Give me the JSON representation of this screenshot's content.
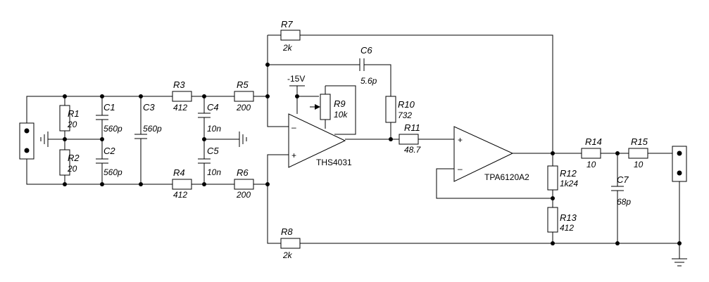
{
  "resistors": {
    "R1": {
      "ref": "R1",
      "value": "20"
    },
    "R2": {
      "ref": "R2",
      "value": "20"
    },
    "R3": {
      "ref": "R3",
      "value": "412"
    },
    "R4": {
      "ref": "R4",
      "value": "412"
    },
    "R5": {
      "ref": "R5",
      "value": "200"
    },
    "R6": {
      "ref": "R6",
      "value": "200"
    },
    "R7": {
      "ref": "R7",
      "value": "2k"
    },
    "R8": {
      "ref": "R8",
      "value": "2k"
    },
    "R9": {
      "ref": "R9",
      "value": "10k"
    },
    "R10": {
      "ref": "R10",
      "value": "732"
    },
    "R11": {
      "ref": "R11",
      "value": "48.7"
    },
    "R12": {
      "ref": "R12",
      "value": "1k24"
    },
    "R13": {
      "ref": "R13",
      "value": "412"
    },
    "R14": {
      "ref": "R14",
      "value": "10"
    },
    "R15": {
      "ref": "R15",
      "value": "10"
    }
  },
  "capacitors": {
    "C1": {
      "ref": "C1",
      "value": "560p"
    },
    "C2": {
      "ref": "C2",
      "value": "560p"
    },
    "C3": {
      "ref": "C3",
      "value": "560p"
    },
    "C4": {
      "ref": "C4",
      "value": "10n"
    },
    "C5": {
      "ref": "C5",
      "value": "10n"
    },
    "C6": {
      "ref": "C6",
      "value": "5.6p"
    },
    "C7": {
      "ref": "C7",
      "value": "68p"
    }
  },
  "amplifiers": {
    "u1": {
      "name": "THS4031",
      "minus": "–",
      "plus": "+"
    },
    "u2": {
      "name": "TPA6120A2",
      "minus": "–",
      "plus": "+"
    }
  },
  "supply": {
    "label": "-15V"
  }
}
